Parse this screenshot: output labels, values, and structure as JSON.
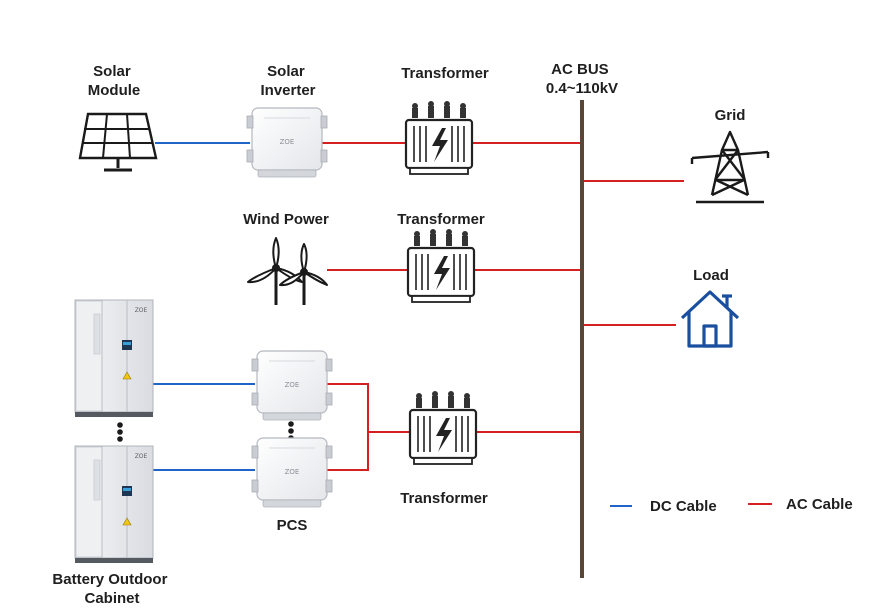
{
  "labels": {
    "solar_module": [
      "Solar",
      "Module"
    ],
    "solar_inverter": [
      "Solar",
      "Inverter"
    ],
    "transformer": "Transformer",
    "ac_bus": [
      "AC BUS",
      "0.4~110kV"
    ],
    "grid": "Grid",
    "wind_power": "Wind Power",
    "load": "Load",
    "pcs": "PCS",
    "battery_cabinet": [
      "Battery Outdoor",
      "Cabinet"
    ],
    "device_brand": "ZOE"
  },
  "legend": {
    "dc": "DC Cable",
    "ac": "AC Cable"
  },
  "colors": {
    "dc_cable": "#1f64c8",
    "ac_cable": "#d42020",
    "bus": "#5a4636",
    "load_icon": "#1a4fa0"
  },
  "icons": [
    "solar-panel-icon",
    "inverter-icon",
    "transformer-icon",
    "wind-turbine-icon",
    "transmission-tower-icon",
    "house-icon",
    "battery-cabinet-icon"
  ]
}
